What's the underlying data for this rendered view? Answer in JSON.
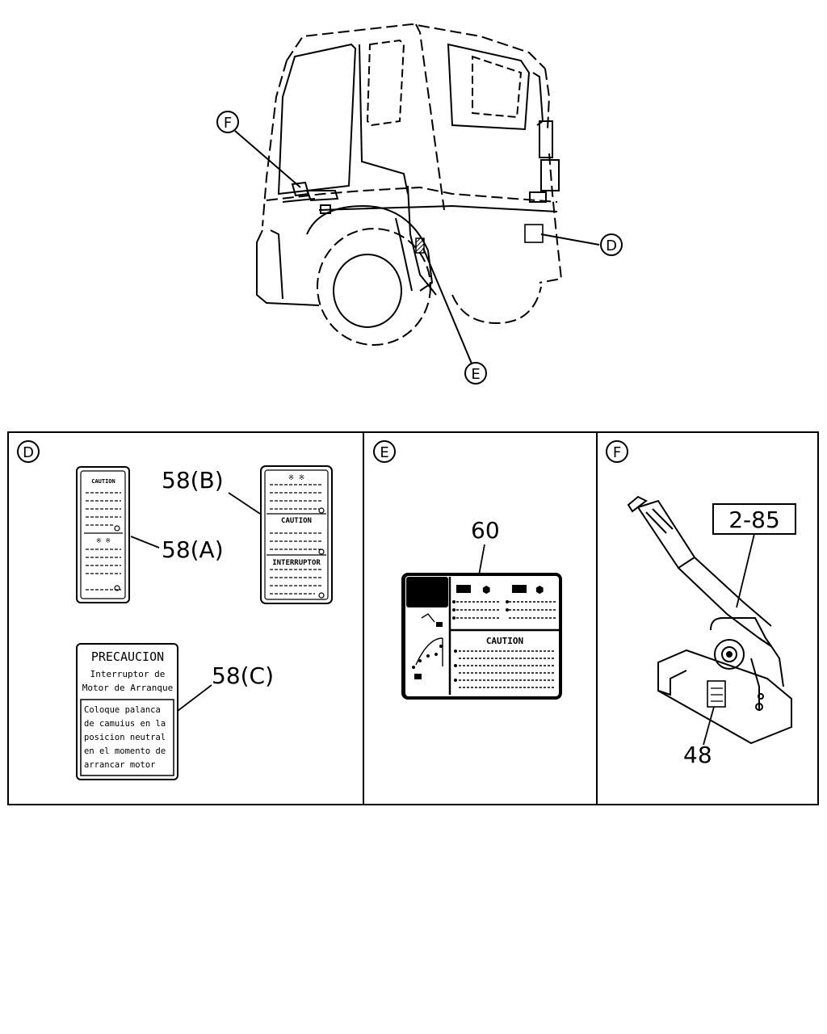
{
  "callouts": {
    "D": "D",
    "E": "E",
    "F": "F"
  },
  "panel_d": {
    "label": "D",
    "part_58a": "58(A)",
    "part_58b": "58(B)",
    "part_58c": "58(C)",
    "label_58a": {
      "heading": "CAUTION"
    },
    "label_58b": {
      "caution": "CAUTION",
      "interruptor": "INTERRUPTOR"
    },
    "label_58c": {
      "title": "PRECAUCION",
      "sub1": "Interruptor de",
      "sub2": "Motor de Arranque",
      "body": [
        "Coloque palanca",
        "de camuius en la",
        "posicion neutral",
        "en el momento de",
        "arrancar motor"
      ]
    }
  },
  "panel_e": {
    "label": "E",
    "part_60": "60",
    "caution": "CAUTION"
  },
  "panel_f": {
    "label": "F",
    "ref_box": "2-85",
    "part_48": "48"
  }
}
